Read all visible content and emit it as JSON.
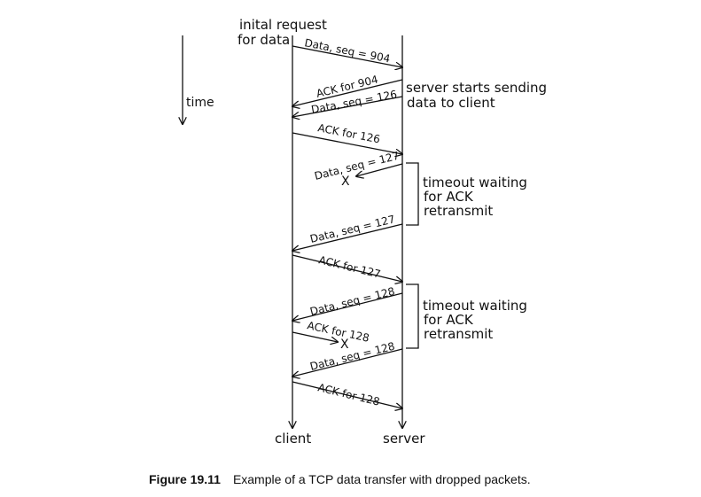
{
  "time_label": "time",
  "initial_request": [
    "inital request",
    "for data"
  ],
  "server_note": [
    "server starts sending",
    "data to client"
  ],
  "client_label": "client",
  "server_label": "server",
  "lost_marker": "X",
  "timeout_notes": [
    [
      "timeout waiting",
      "for ACK",
      "retransmit"
    ],
    [
      "timeout waiting",
      "for ACK",
      "retransmit"
    ]
  ],
  "messages": [
    {
      "id": "m1",
      "text": "Data, seq = 904",
      "direction": "client-to-server",
      "lost": false
    },
    {
      "id": "m2",
      "text": "ACK for 904",
      "direction": "server-to-client",
      "lost": false
    },
    {
      "id": "m3",
      "text": "Data, seq = 126",
      "direction": "server-to-client",
      "lost": false
    },
    {
      "id": "m4",
      "text": "ACK for 126",
      "direction": "client-to-server",
      "lost": false
    },
    {
      "id": "m5",
      "text": "Data, seq = 127",
      "direction": "server-to-client",
      "lost": true
    },
    {
      "id": "m6",
      "text": "Data, seq = 127",
      "direction": "server-to-client",
      "lost": false
    },
    {
      "id": "m7",
      "text": "ACK for 127",
      "direction": "client-to-server",
      "lost": false
    },
    {
      "id": "m8",
      "text": "Data, seq = 128",
      "direction": "server-to-client",
      "lost": false
    },
    {
      "id": "m9",
      "text": "ACK for 128",
      "direction": "client-to-server",
      "lost": true
    },
    {
      "id": "m10",
      "text": "Data, seq = 128",
      "direction": "server-to-client",
      "lost": false
    },
    {
      "id": "m11",
      "text": "ACK for 128",
      "direction": "client-to-server",
      "lost": false
    }
  ],
  "caption": {
    "label": "Figure 19.11",
    "text": "Example of a TCP data transfer with dropped packets."
  }
}
